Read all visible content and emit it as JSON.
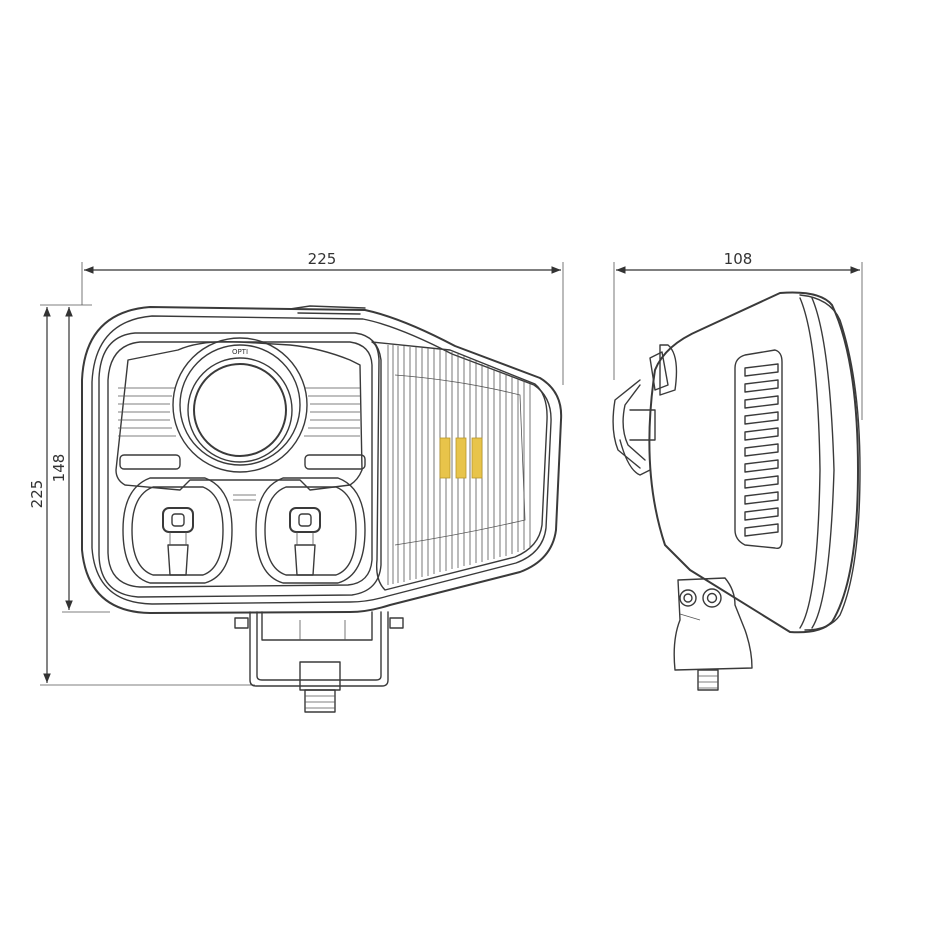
{
  "dimensions": {
    "front_width": "225",
    "side_depth": "108",
    "total_height": "225",
    "housing_height": "148"
  },
  "labels": {
    "lens_marking": "OPTI"
  },
  "colors": {
    "line": "#3a3a3a",
    "led_accent": "#e8c44a",
    "background": "#ffffff"
  }
}
